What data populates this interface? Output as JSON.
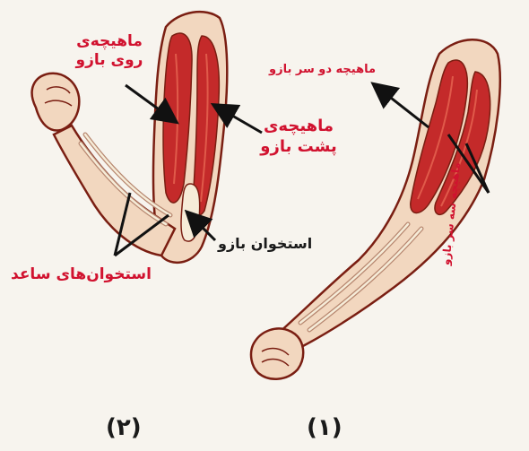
{
  "labels": {
    "biceps_front": "ماهیچه‌ی روی بازو",
    "triceps": "ماهیچه‌ی پشت بازو",
    "humerus": "استخوان بازو",
    "forearm_bones": "استخوان‌های ساعد",
    "biceps_top": "ماهیچه دو سر بازو",
    "triceps_vertical": "ماهیچه سه سر بازو"
  },
  "captions": {
    "fig2": "(۲)",
    "fig1": "(۱)"
  },
  "colors": {
    "background": "#f7f4ee",
    "label_red": "#d1122f",
    "label_dark": "#1a1a1a",
    "skin": "#f2d7bf",
    "outline": "#7a1e12",
    "muscle": "#c42a2a",
    "muscle_light": "#e05a4a",
    "bone": "#f6ecd8"
  }
}
